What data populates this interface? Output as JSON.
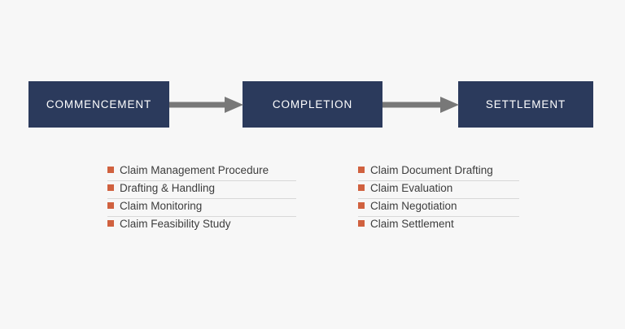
{
  "colors": {
    "background": "#f7f7f7",
    "box_fill": "#2b3a5c",
    "box_text": "#ffffff",
    "arrow": "#787878",
    "bullet": "#d0613f",
    "item_text": "#3d3d3d",
    "rule": "#d8d8d8"
  },
  "flow": {
    "stages": [
      {
        "label": "COMMENCEMENT"
      },
      {
        "label": "COMPLETION"
      },
      {
        "label": "SETTLEMENT"
      }
    ],
    "connectors": [
      {
        "name": "arrow-right-icon"
      },
      {
        "name": "arrow-right-icon"
      }
    ]
  },
  "lists": {
    "left": {
      "items": [
        {
          "label": "Claim Management Procedure"
        },
        {
          "label": "Drafting & Handling"
        },
        {
          "label": "Claim Monitoring"
        },
        {
          "label": "Claim Feasibility Study"
        }
      ]
    },
    "right": {
      "items": [
        {
          "label": "Claim Document Drafting"
        },
        {
          "label": "Claim Evaluation"
        },
        {
          "label": "Claim Negotiation"
        },
        {
          "label": "Claim Settlement"
        }
      ]
    }
  }
}
